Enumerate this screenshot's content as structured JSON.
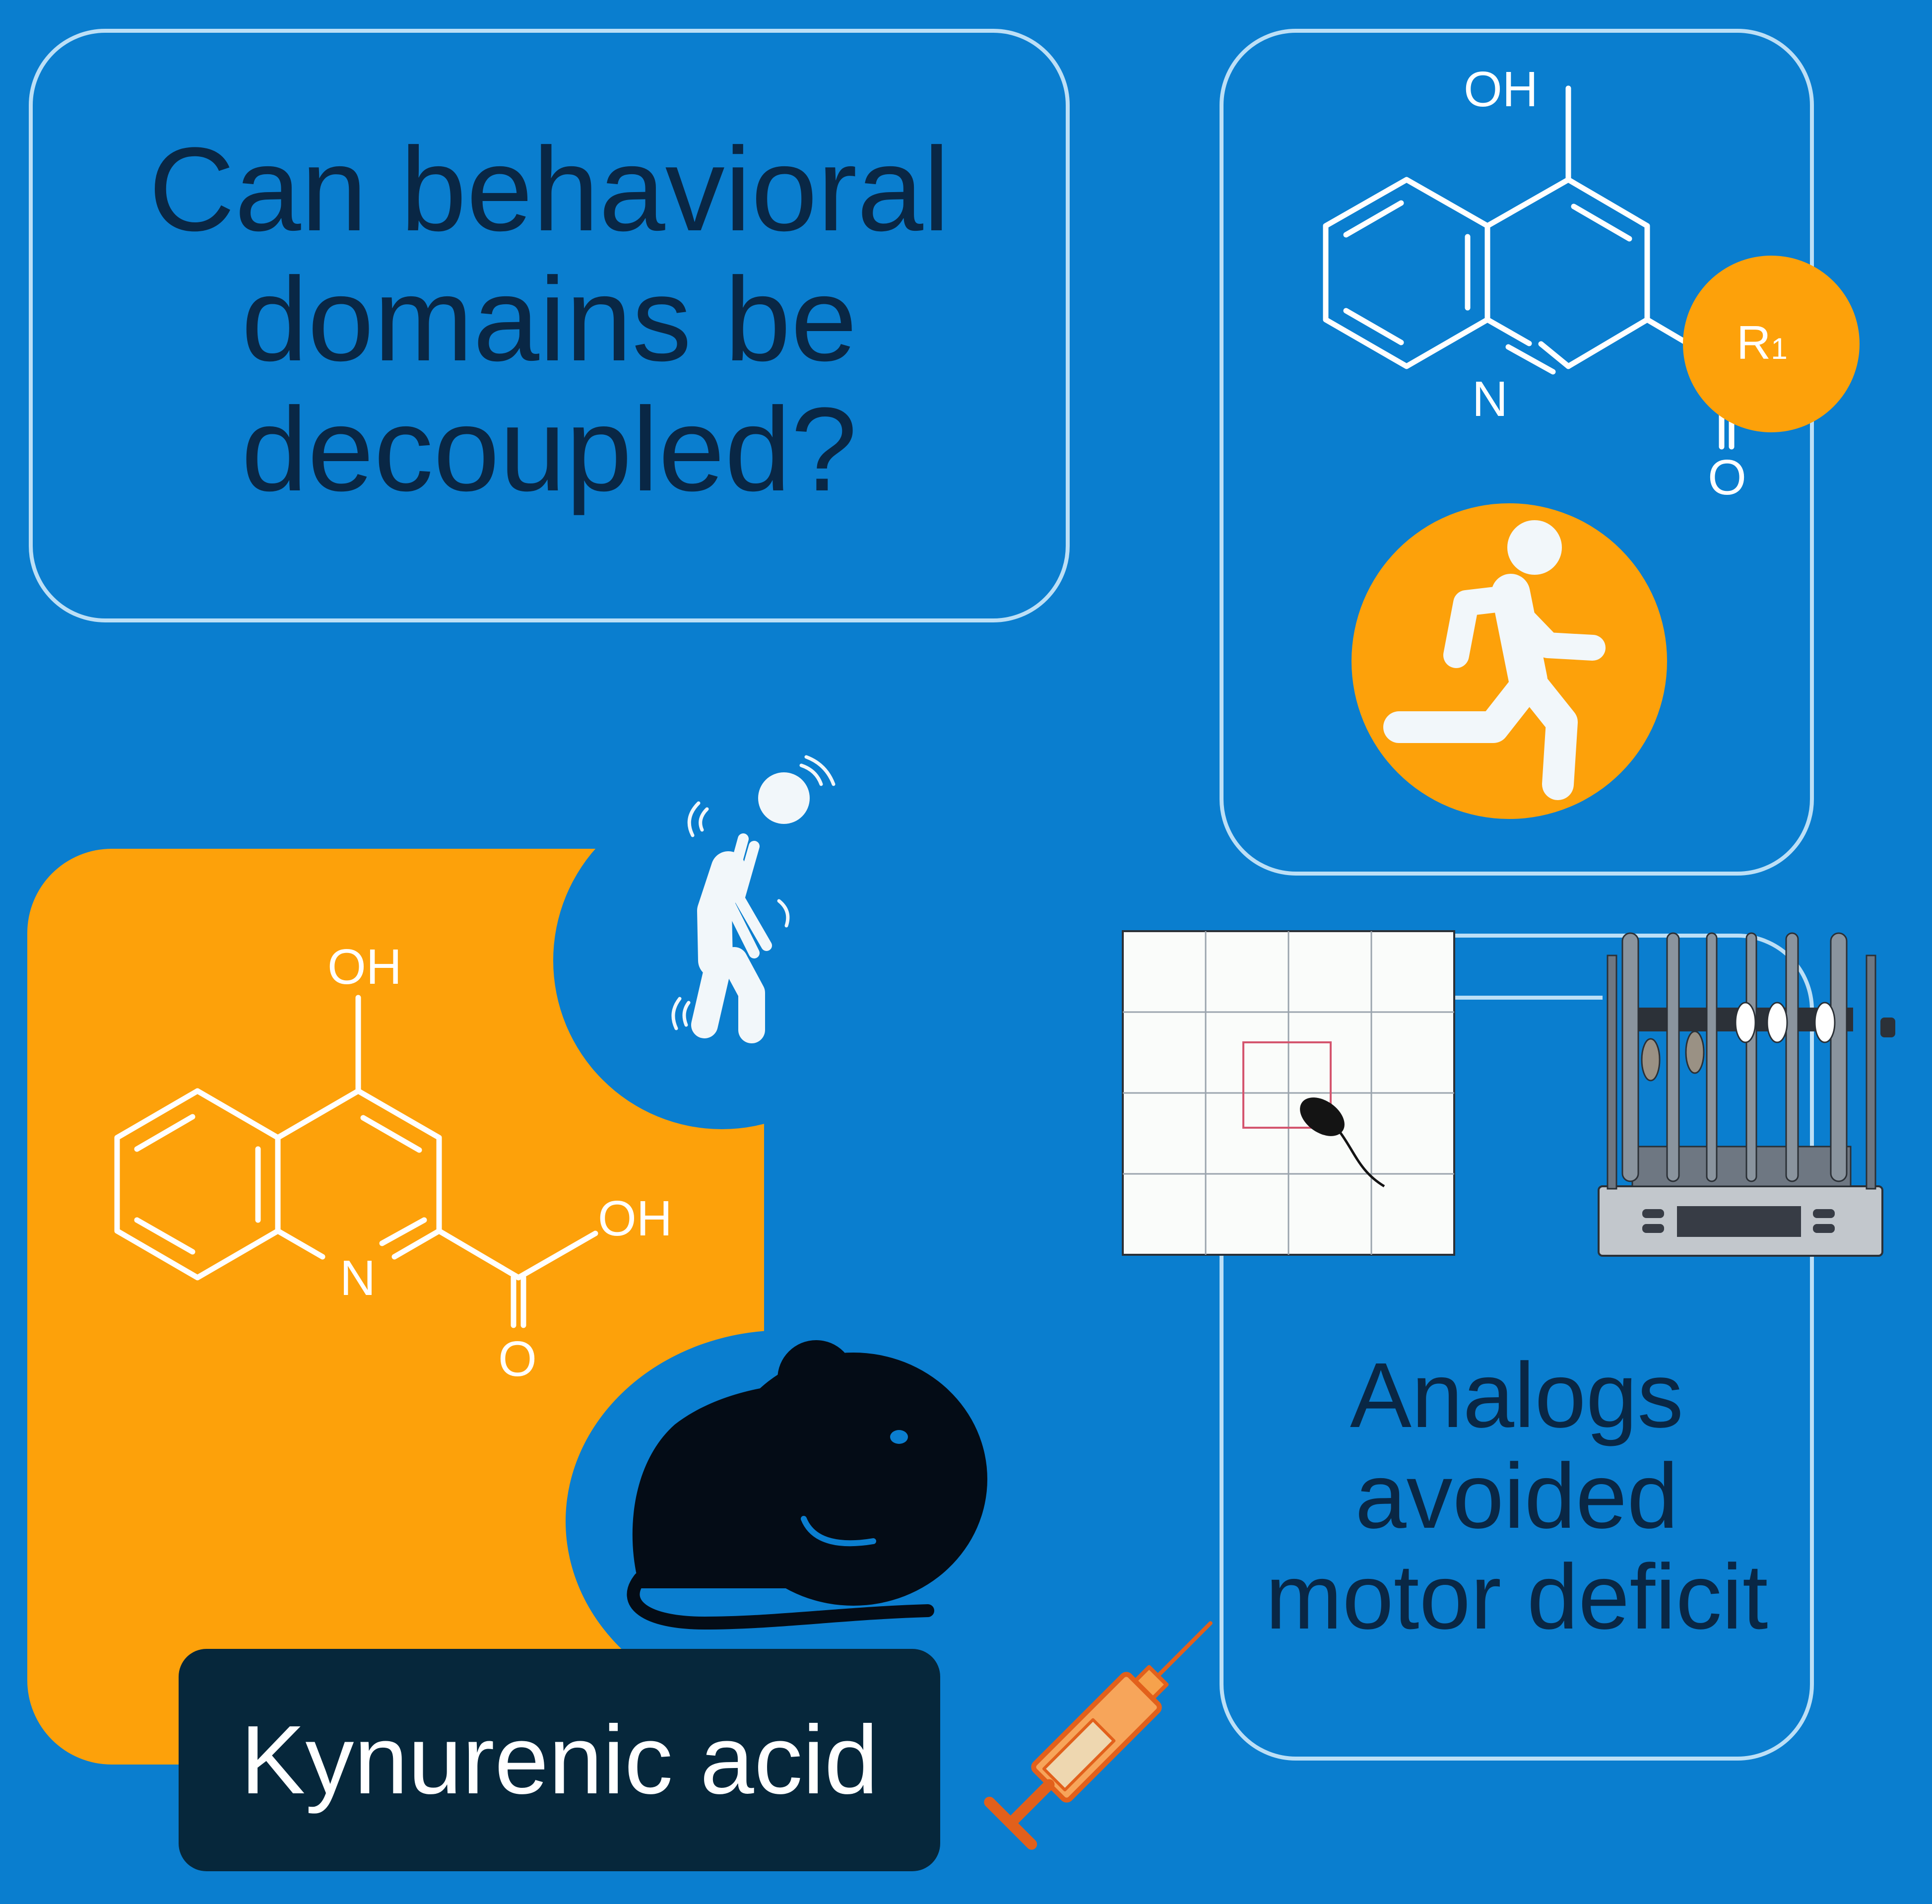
{
  "question": {
    "line1": "Can behavioral",
    "line2": "domains be",
    "line3": "decoupled?"
  },
  "analog_molecule": {
    "hydroxyl": "OH",
    "ring_nitrogen": "N",
    "carbonyl_oxygen": "O",
    "substituent": "R",
    "substituent_subscript": "1"
  },
  "kyna_molecule": {
    "hydroxyl": "OH",
    "ring_nitrogen": "N",
    "acid_hydroxyl": "OH",
    "carbonyl_oxygen": "O"
  },
  "conclusion": {
    "line1": "Analogs",
    "line2": "avoided",
    "line3": "motor deficit"
  },
  "kyna_label": "Kynurenic acid",
  "icons": {
    "runner": "running-person-icon",
    "ataxia": "unsteady-person-icon",
    "mouse": "mouse-icon",
    "syringe": "syringe-icon",
    "open_field": "open-field-grid-icon",
    "rotarod": "rotarod-apparatus-icon"
  },
  "colors": {
    "background": "#0a7ecf",
    "accent_orange": "#fda10a",
    "dark_text": "#092745",
    "dark_panel": "#06273b",
    "panel_outline": "#bcdff6",
    "white": "#ffffff"
  }
}
